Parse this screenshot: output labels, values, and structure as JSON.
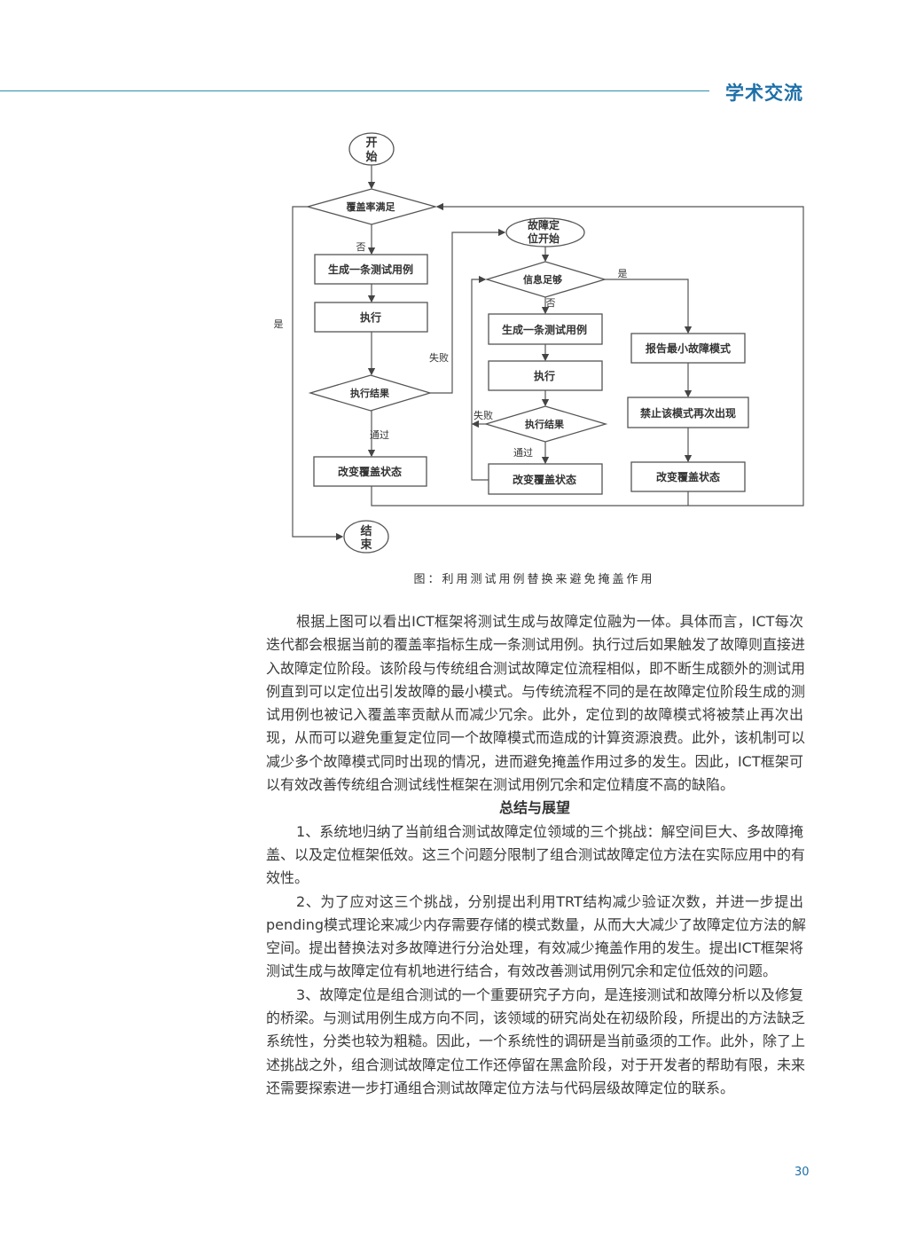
{
  "header": {
    "section_title": "学术交流",
    "accent_color": "#1d6fa8",
    "line_color": "#2a8fa8"
  },
  "flowchart": {
    "start": [
      "开",
      "始"
    ],
    "end": [
      "结",
      "束"
    ],
    "coverage_check": "覆盖率满足",
    "no": "否",
    "yes": "是",
    "gen_case": "生成一条测试用例",
    "execute": "执行",
    "exec_result": "执行结果",
    "fail": "失败",
    "pass": "通过",
    "change_cov": "改变覆盖状态",
    "fl_start": [
      "故障定",
      "位开始"
    ],
    "info_enough": "信息足够",
    "report_min": "报告最小故障模式",
    "forbid": "禁止该模式再次出现"
  },
  "caption": "图：利用测试用例替换来避免掩盖作用",
  "paragraph1": [
    "根据上图可以看出ICT框架将测试生成与故障定位融为一体。具体而言，ICT每次",
    "迭代都会根据当前的覆盖率指标生成一条测试用例。执行过后如果触发了故障则直接进",
    "入故障定位阶段。该阶段与传统组合测试故障定位流程相似，即不断生成额外的测试用",
    "例直到可以定位出引发故障的最小模式。与传统流程不同的是在故障定位阶段生成的测",
    "试用例也被记入覆盖率贡献从而减少冗余。此外，定位到的故障模式将被禁止再次出",
    "现，从而可以避免重复定位同一个故障模式而造成的计算资源浪费。此外，该机制可以",
    "减少多个故障模式同时出现的情况，进而避免掩盖作用过多的发生。因此，ICT框架可",
    "以有效改善传统组合测试线性框架在测试用例冗余和定位精度不高的缺陷。"
  ],
  "heading": "总结与展望",
  "point1": [
    "1、系统地归纳了当前组合测试故障定位领域的三个挑战：解空间巨大、多故障掩",
    "盖、以及定位框架低效。这三个问题分限制了组合测试故障定位方法在实际应用中的有",
    "效性。"
  ],
  "point2": [
    "2、为了应对这三个挑战，分别提出利用TRT结构减少验证次数，并进一步提出",
    "pending模式理论来减少内存需要存储的模式数量，从而大大减少了故障定位方法的解",
    "空间。提出替换法对多故障进行分治处理，有效减少掩盖作用的发生。提出ICT框架将",
    "测试生成与故障定位有机地进行结合，有效改善测试用例冗余和定位低效的问题。"
  ],
  "point3": [
    "3、故障定位是组合测试的一个重要研究子方向，是连接测试和故障分析以及修复",
    "的桥梁。与测试用例生成方向不同，该领域的研究尚处在初级阶段，所提出的方法缺乏",
    "系统性，分类也较为粗糙。因此，一个系统性的调研是当前亟须的工作。此外，除了上",
    "述挑战之外，组合测试故障定位工作还停留在黑盒阶段，对于开发者的帮助有限，未来",
    "还需要探索进一步打通组合测试故障定位方法与代码层级故障定位的联系。"
  ],
  "page_number": "30"
}
